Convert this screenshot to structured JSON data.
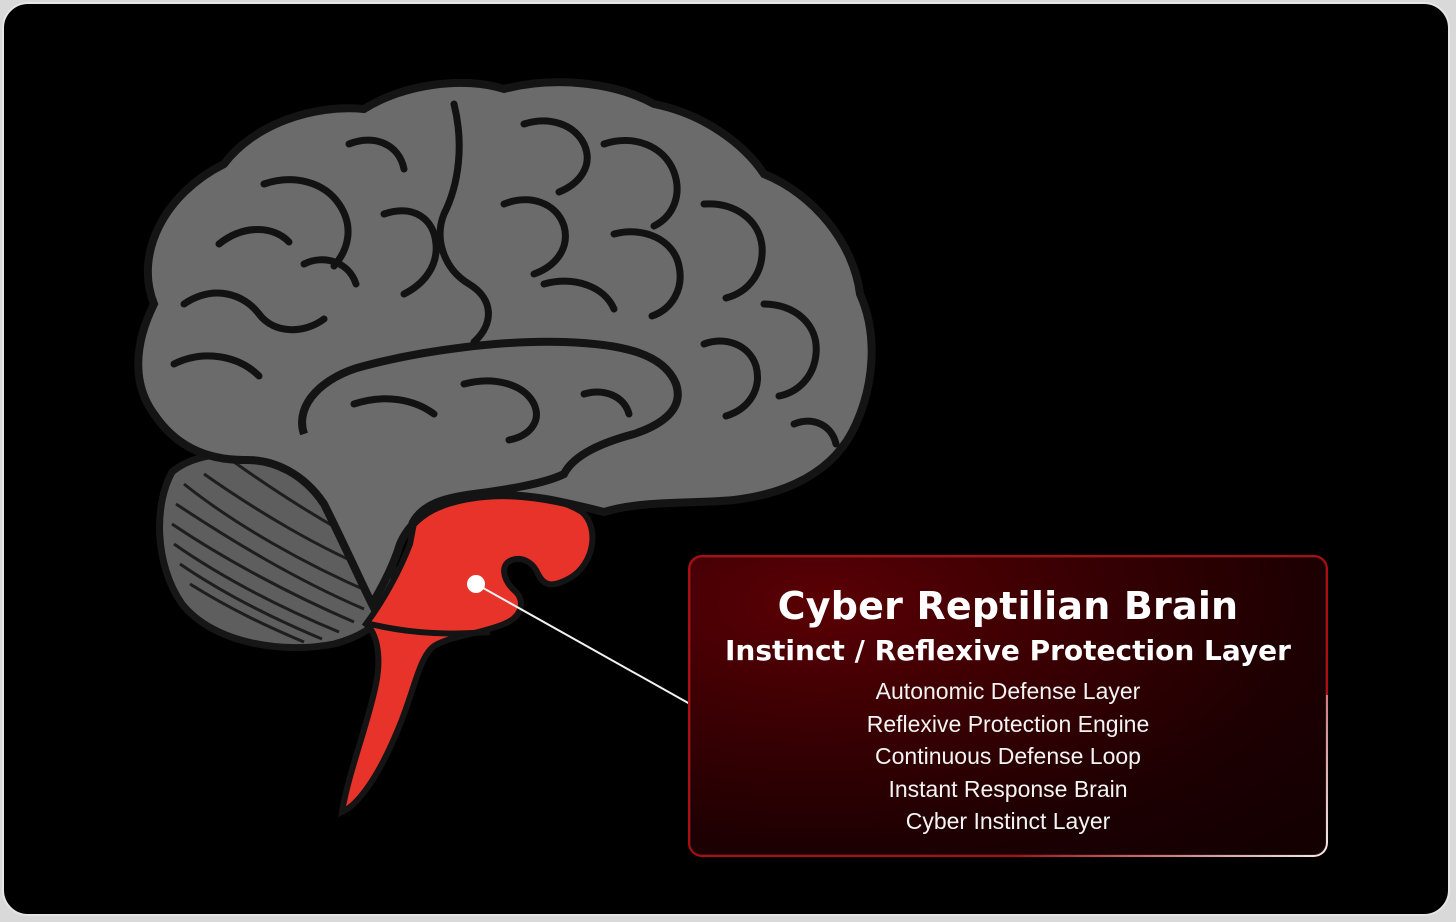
{
  "callout": {
    "title": "Cyber Reptilian Brain",
    "subtitle": "Instinct / Reflexive Protection Layer",
    "items": [
      "Autonomic Defense Layer",
      "Reflexive Protection Engine",
      "Continuous Defense Loop",
      "Instant Response Brain",
      "Cyber Instinct Layer"
    ]
  },
  "colors": {
    "background": "#000000",
    "cerebrum": "#6b6b6b",
    "cerebellum": "#5e5e5e",
    "brainstem": "#e8332a",
    "callout_border": "#b00d12",
    "callout_fill": "#3a0003"
  }
}
